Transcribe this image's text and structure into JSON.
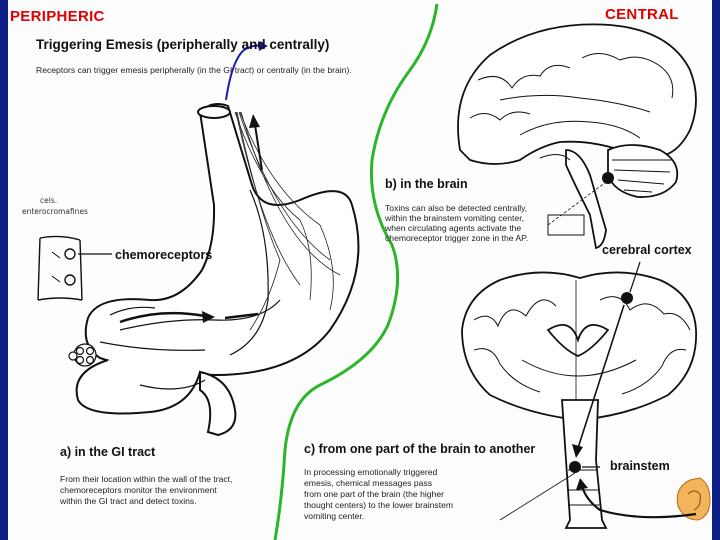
{
  "labels": {
    "peripheric": "PERIPHERIC",
    "central": "CENTRAL",
    "title": "Triggering Emesis (peripherally and centrally)",
    "subtitle": "Receptors can trigger emesis peripherally (in the GI tract) or centrally (in the brain).",
    "cells": [
      "cels.",
      "enterocromafines"
    ],
    "chemoreceptors": "chemoreceptors",
    "cerebral_cortex": "cerebral cortex",
    "brainstem": "brainstem"
  },
  "panels": {
    "a": {
      "heading": "a) in the GI tract",
      "text": [
        "From their location within the wall of the tract,",
        "chemoreceptors monitor the environment",
        "within the GI tract and detect toxins."
      ]
    },
    "b": {
      "heading": "b) in the brain",
      "text": [
        "Toxins can also be detected centrally,",
        "within the brainstem vomiting center,",
        "when circulating agents activate the",
        "chemoreceptor trigger zone in the AP."
      ]
    },
    "c": {
      "heading": "c) from one part of the brain to another",
      "text": [
        "In processing emotionally triggered",
        "emesis, chemical messages pass",
        "from one part of the brain (the higher",
        "thought centers) to the lower brainstem",
        "vomiting center."
      ]
    }
  },
  "colors": {
    "frame": "#0b1e86",
    "peripheric_label": "#e00000",
    "central_label": "#e00000",
    "divider_line": "#2bb52b",
    "annotation_arrow": "#1a1aa8"
  }
}
